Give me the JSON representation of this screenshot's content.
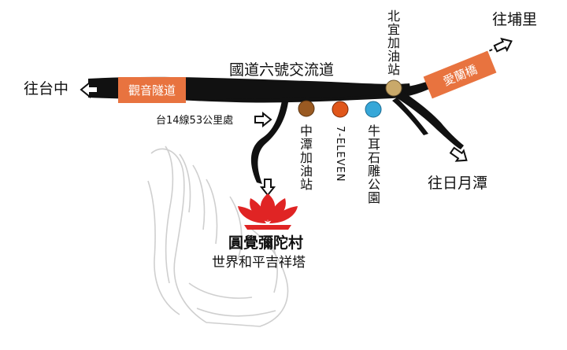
{
  "map": {
    "directions": {
      "taichung": "往台中",
      "puli": "往埔里",
      "sun_moon_lake": "往日月潭"
    },
    "road_name": "國道六號交流道",
    "tunnel": "觀音隧道",
    "bridge": "愛蘭橋",
    "junction_marker": "台14線53公里處",
    "pois": [
      {
        "label": "北宜加油站",
        "color": "#c9a96a"
      },
      {
        "label": "中潭加油站",
        "color": "#9a5a22"
      },
      {
        "label": "7-ELEVEN",
        "color": "#e0561a"
      },
      {
        "label": "牛耳石雕公園",
        "color": "#36a7d8"
      }
    ],
    "destination": {
      "name": "圓覺彌陀村",
      "subtitle": "世界和平吉祥塔",
      "logo_color": "#e02424"
    }
  }
}
